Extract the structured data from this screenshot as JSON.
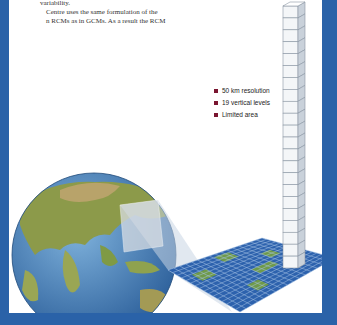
{
  "diagram": {
    "labels": [
      "variability.",
      "Centre uses the same formulation of the",
      "n RCMs as in GCMs. As a result the RCM",
      "50 km resolution",
      "19 vertical levels",
      "Limited area"
    ]
  }
}
